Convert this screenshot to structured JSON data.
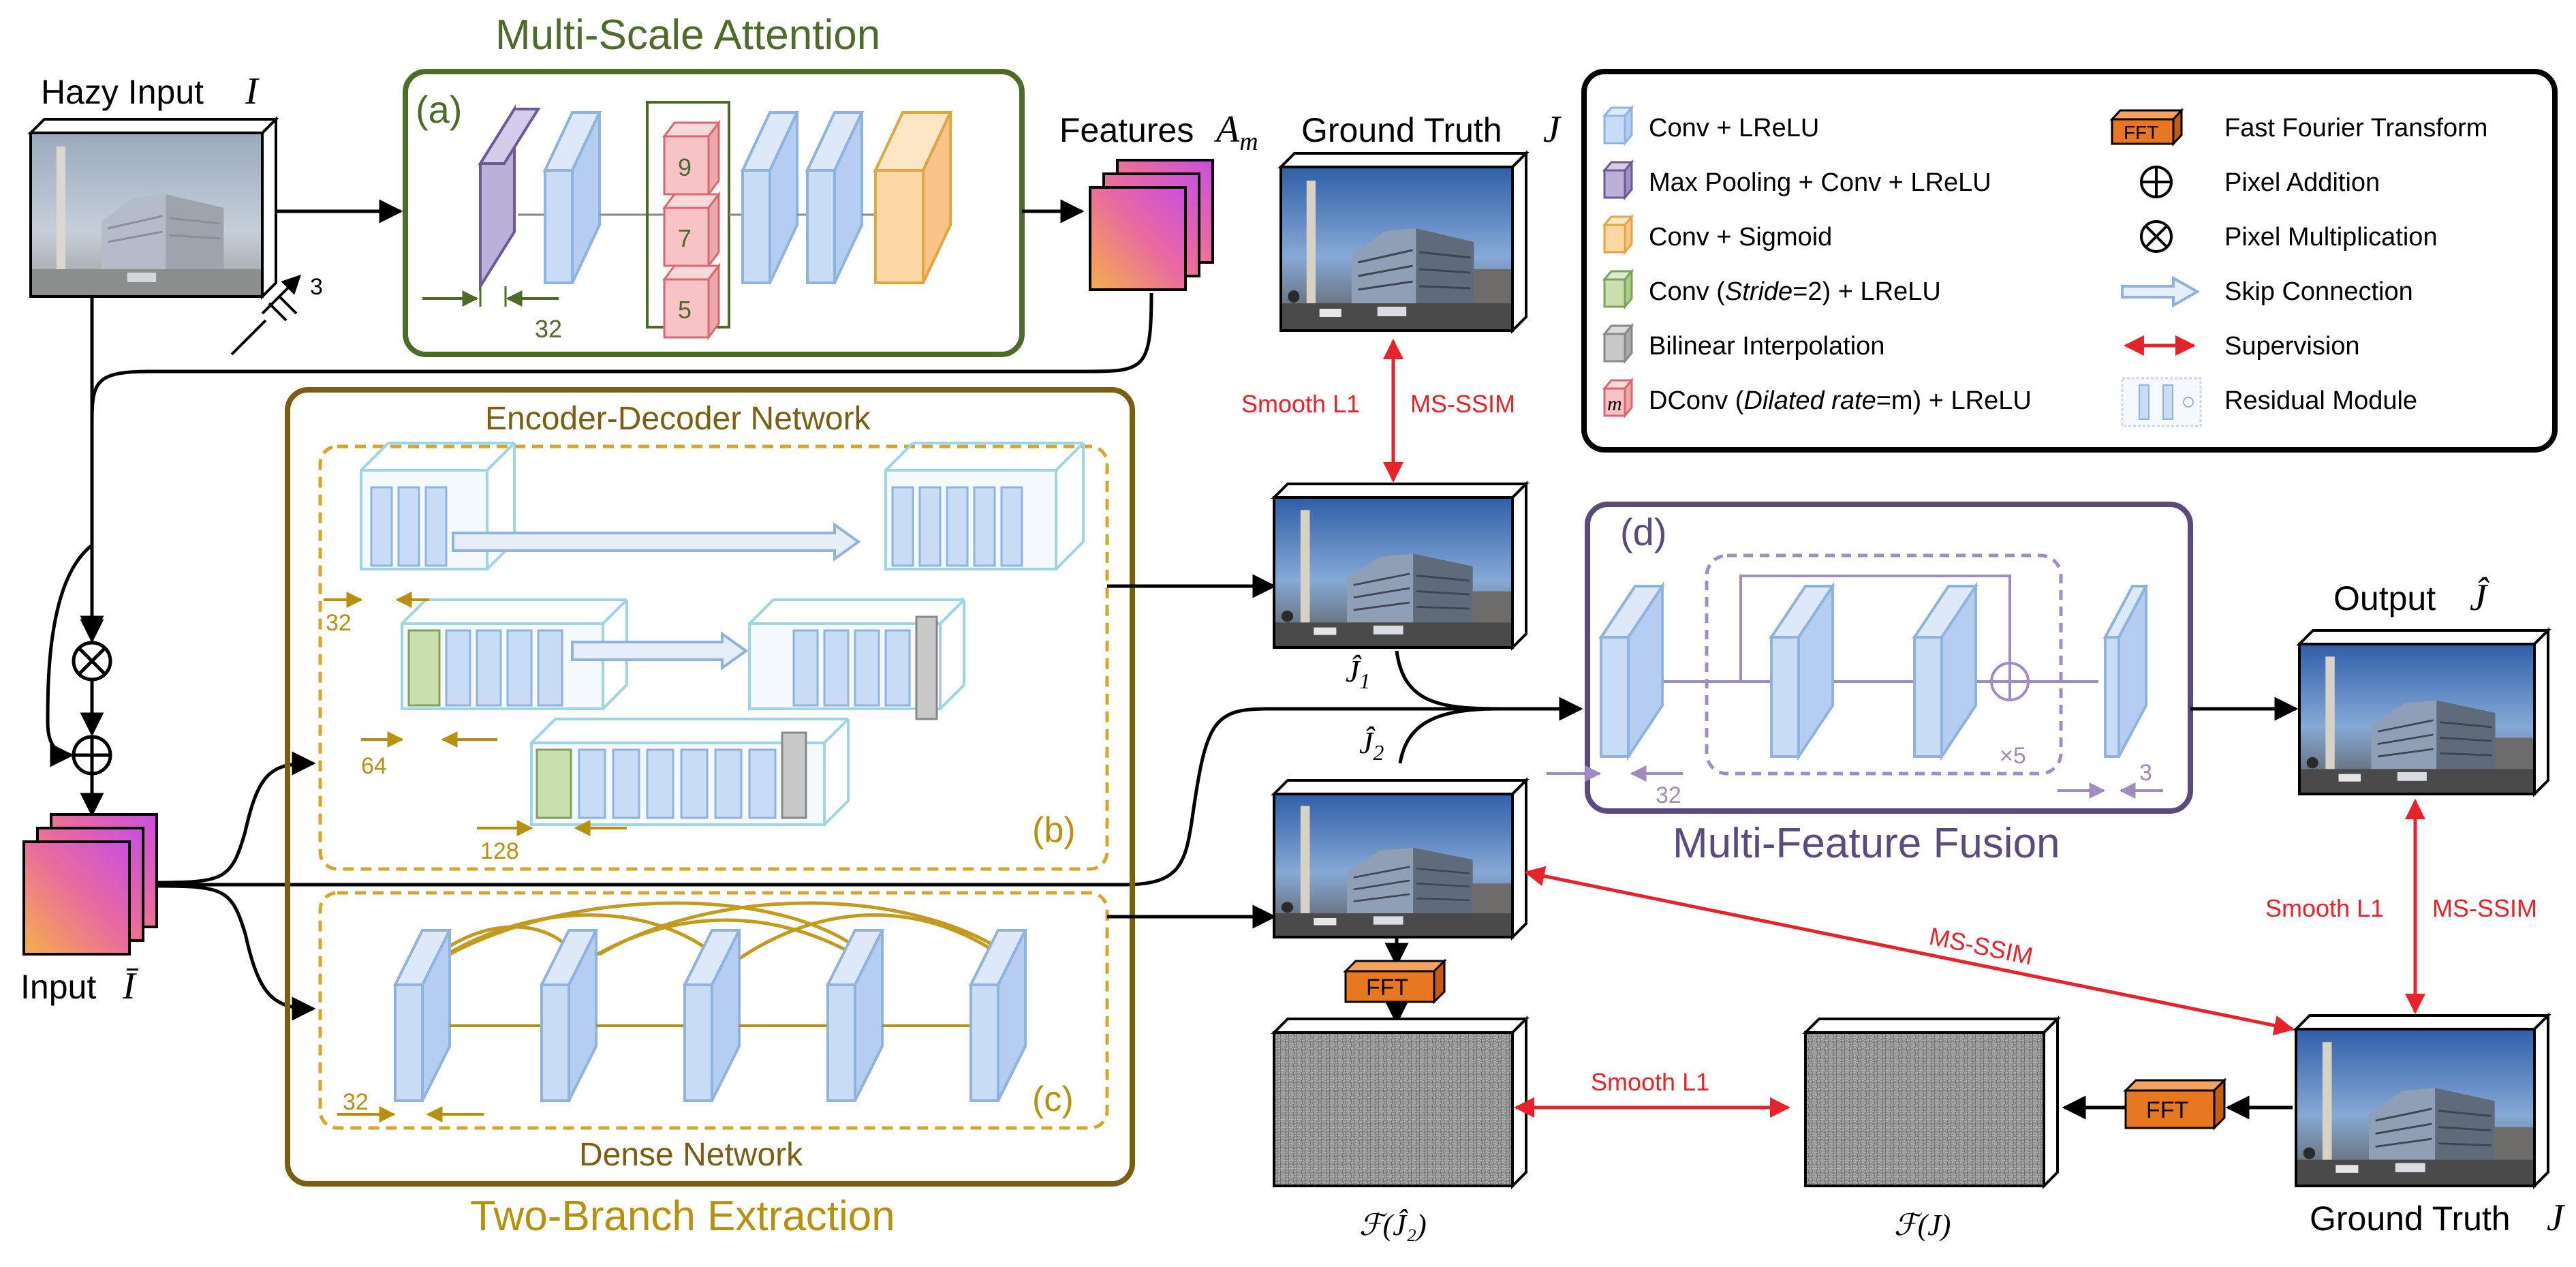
{
  "colors": {
    "green_title": "#4f6b2a",
    "gold": "#b8900f",
    "purple": "#5b4a7e",
    "red": "#e5232a",
    "conv_fill": "#c9dcf5",
    "conv_edge": "#8fb3dc",
    "maxpool_fill": "#c8bfe0",
    "sigmoid_fill": "#fcd7a6",
    "stride_fill": "#c9dfae",
    "bilinear_fill": "#c8c8c8",
    "dconv_fill": "#f7c3c6",
    "fft_fill": "#e87722"
  },
  "inputs": {
    "hazy_input": "Hazy Input",
    "hazy_symbol": "I",
    "channels_3": "3",
    "input_label": "Input",
    "input_symbol": "Ī"
  },
  "msa": {
    "title": "Multi-Scale Attention",
    "tag": "(a)",
    "dilations": [
      "9",
      "7",
      "5"
    ],
    "width_label": "32",
    "features_label": "Features",
    "features_symbol": "A",
    "features_sub": "m"
  },
  "ed": {
    "title": "Encoder-Decoder Network",
    "tag": "(b)",
    "widths": [
      "32",
      "64",
      "128"
    ]
  },
  "dense": {
    "title": "Dense Network",
    "tag": "(c)",
    "width": "32"
  },
  "two_branch": {
    "title": "Two-Branch Extraction"
  },
  "mff": {
    "title": "Multi-Feature Fusion",
    "tag": "(d)",
    "repeat": "×5",
    "w_in": "32",
    "w_out": "3"
  },
  "images": {
    "gt_top": "Ground Truth",
    "gt_symbol": "J",
    "j1": "Ĵ",
    "j1_sub": "1",
    "j2": "Ĵ",
    "j2_sub": "2",
    "output": "Output",
    "output_symbol": "Ĵ",
    "gt_bottom": "Ground Truth",
    "f_j2": "ℱ(Ĵ₂)",
    "f_j": "ℱ(J)"
  },
  "losses": {
    "smooth_l1": "Smooth L1",
    "ms_ssim": "MS-SSIM"
  },
  "fft": "FFT",
  "legend": [
    {
      "icon": "conv-block-icon",
      "label": "Conv + LReLU"
    },
    {
      "icon": "maxpool-block-icon",
      "label": "Max Pooling + Conv + LReLU"
    },
    {
      "icon": "sigmoid-block-icon",
      "label": "Conv + Sigmoid"
    },
    {
      "icon": "stride-conv-block-icon",
      "label_a": "Conv (",
      "label_i": "Stride",
      "label_b": "=2) + LReLU"
    },
    {
      "icon": "bilinear-block-icon",
      "label": "Bilinear Interpolation"
    },
    {
      "icon": "dconv-block-icon",
      "label_a": "DConv (",
      "label_i": "Dilated rate",
      "label_b": "=m) + LReLU",
      "glyph": "m"
    },
    {
      "icon": "fft-block-icon",
      "label": "Fast Fourier Transform",
      "glyph": "FFT"
    },
    {
      "icon": "pixel-addition-icon",
      "label": "Pixel Addition"
    },
    {
      "icon": "pixel-multiplication-icon",
      "label": "Pixel Multiplication"
    },
    {
      "icon": "skip-connection-icon",
      "label": "Skip Connection"
    },
    {
      "icon": "supervision-icon",
      "label": "Supervision"
    },
    {
      "icon": "residual-module-icon",
      "label": "Residual Module"
    }
  ]
}
